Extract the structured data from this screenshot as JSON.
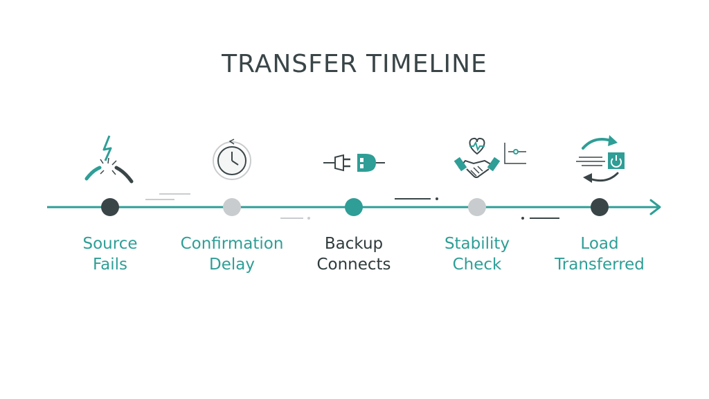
{
  "title": "TRANSFER TIMELINE",
  "colors": {
    "teal": "#2e9e96",
    "dark": "#3a4548",
    "gray": "#c9ccce",
    "text_dark": "#2f3a3c"
  },
  "steps": [
    {
      "line1": "Source",
      "line2": "Fails",
      "icon": "broken-cable-lightning-icon",
      "marker": "dark",
      "label_color": "teal"
    },
    {
      "line1": "Confirmation",
      "line2": "Delay",
      "icon": "clock-icon",
      "marker": "gray",
      "label_color": "teal"
    },
    {
      "line1": "Backup",
      "line2": "Connects",
      "icon": "plug-connect-icon",
      "marker": "teal",
      "label_color": "dark"
    },
    {
      "line1": "Stability",
      "line2": "Check",
      "icon": "handshake-heartbeat-icon",
      "marker": "gray",
      "label_color": "teal"
    },
    {
      "line1": "Load",
      "line2": "Transferred",
      "icon": "power-switch-arrows-icon",
      "marker": "dark",
      "label_color": "teal"
    }
  ]
}
